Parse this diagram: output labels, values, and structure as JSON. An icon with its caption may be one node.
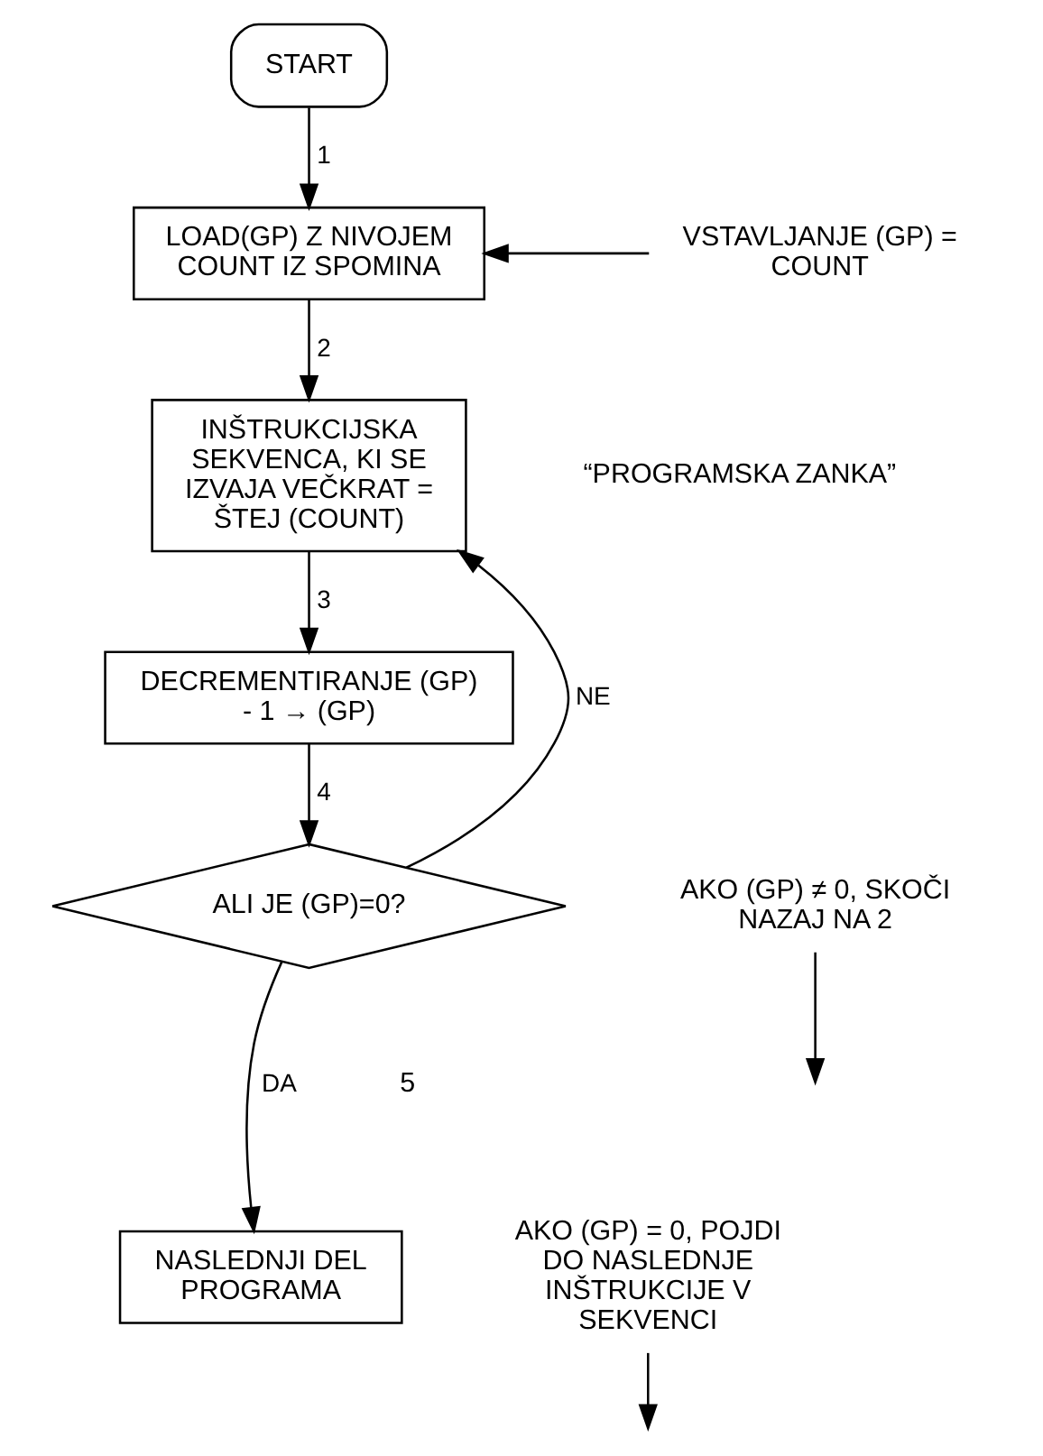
{
  "diagram": {
    "nodes": [
      {
        "text": [
          "START"
        ]
      },
      {
        "text": [
          "LOAD(GP) Z NIVOJEM COUNT IZ SPOMINA"
        ]
      },
      {
        "text": [
          "INŠTRUKCIJSKA SEKVENCA, KI SE IZVAJA VEČKRAT = ŠTEJ (COUNT)"
        ]
      },
      {
        "text": [
          "DECREMENTIRANJE (GP) - 1 → (GP)"
        ]
      },
      {
        "text": [
          "ALI JE (GP)=0?"
        ]
      },
      {
        "text": [
          "NASLEDNJI DEL PROGRAMA"
        ]
      },
      {
        "text": [
          "VSTAVLJANJE (GP) = COUNT"
        ]
      },
      {
        "text": [
          "AKO (GP) ≠ 0, SKOČI NAZAJ NA 2"
        ]
      },
      {
        "text": [
          "AKO (GP) = 0, POJDI DO NASLEDNJE INŠTRUKCIJE V SEKVENCI"
        ]
      }
    ],
    "edges": [
      {
        "from": 0,
        "to": 1,
        "arrow": "to",
        "label": "1"
      },
      {
        "from": 1,
        "to": 2,
        "arrow": "to",
        "label": "2"
      },
      {
        "from": 2,
        "to": 3,
        "arrow": "to",
        "label": "3"
      },
      {
        "from": 3,
        "to": 4,
        "arrow": "to",
        "label": "4"
      },
      {
        "from": 4,
        "to": 2,
        "arrow": "to",
        "label": "NE"
      },
      {
        "from": 4,
        "to": 5,
        "arrow": "to",
        "label": "DA"
      },
      {
        "from": 6,
        "to": 1,
        "arrow": "to"
      },
      {
        "from": 7,
        "to": null,
        "arrow": "to"
      },
      {
        "from": 8,
        "to": null,
        "arrow": "to"
      }
    ],
    "labels": [
      "5",
      "“PROGRAMSKA ZANKA”"
    ]
  }
}
